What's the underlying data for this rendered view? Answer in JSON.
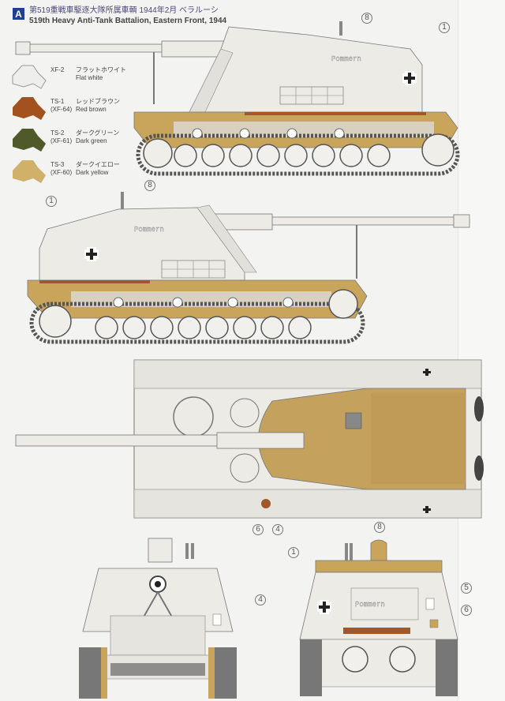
{
  "header": {
    "badge": "A",
    "title_jp": "第519重戦車駆逐大隊所属車輌 1944年2月 ベラルーシ",
    "title_en": "519th Heavy Anti-Tank Battalion, Eastern Front, 1944"
  },
  "legend": {
    "items": [
      {
        "code": "XF-2",
        "code_alt": "",
        "name_jp": "フラットホワイト",
        "name_en": "Flat white",
        "color": "#eeeeec"
      },
      {
        "code": "TS-1",
        "code_alt": "(XF-64)",
        "name_jp": "レッドブラウン",
        "name_en": "Red brown",
        "color": "#a3521f"
      },
      {
        "code": "TS-2",
        "code_alt": "(XF-61)",
        "name_jp": "ダークグリーン",
        "name_en": "Dark green",
        "color": "#4f5a2a"
      },
      {
        "code": "TS-3",
        "code_alt": "(XF-60)",
        "name_jp": "ダークイエロー",
        "name_en": "Dark yellow",
        "color": "#d1b06a"
      }
    ]
  },
  "colors": {
    "white_camo": "#ecebe6",
    "dark_yellow": "#c9a55c",
    "rust": "#a0582a",
    "track": "#666666",
    "interior": "#c5a15e"
  },
  "views": {
    "right_side": {
      "vehicle_name": "Pommern",
      "callouts": [
        "8",
        "1"
      ]
    },
    "left_side": {
      "vehicle_name": "Pommern",
      "callouts": [
        "8",
        "1"
      ]
    },
    "top": {
      "callouts": [
        "6",
        "4"
      ]
    },
    "front": {
      "callouts": [
        "4"
      ]
    },
    "rear": {
      "vehicle_name": "Pommern",
      "callouts": [
        "8",
        "1",
        "5",
        "6"
      ]
    }
  }
}
